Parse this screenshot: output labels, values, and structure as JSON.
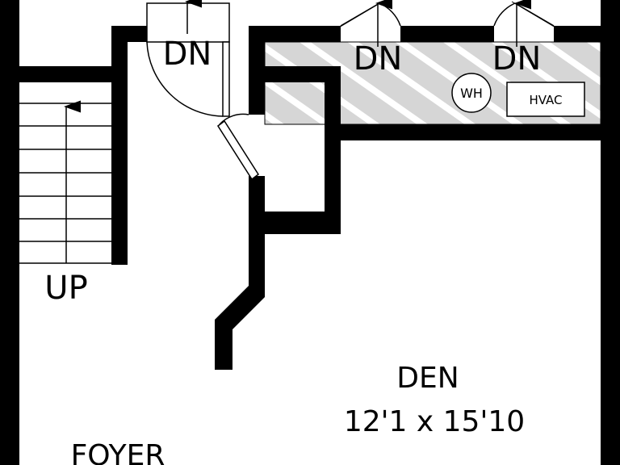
{
  "colors": {
    "wall": "#000000",
    "background": "#ffffff",
    "utility_fill": "#d6d6d6",
    "utility_hatch": "#ffffff"
  },
  "labels": {
    "dn_stair_1": "DN",
    "dn_door_2": "DN",
    "dn_door_3": "DN",
    "up_stair": "UP",
    "water_heater": "WH",
    "hvac": "HVAC",
    "den_name": "DEN",
    "den_size": "12'1 x 15'10",
    "foyer_name": "FOYER"
  }
}
